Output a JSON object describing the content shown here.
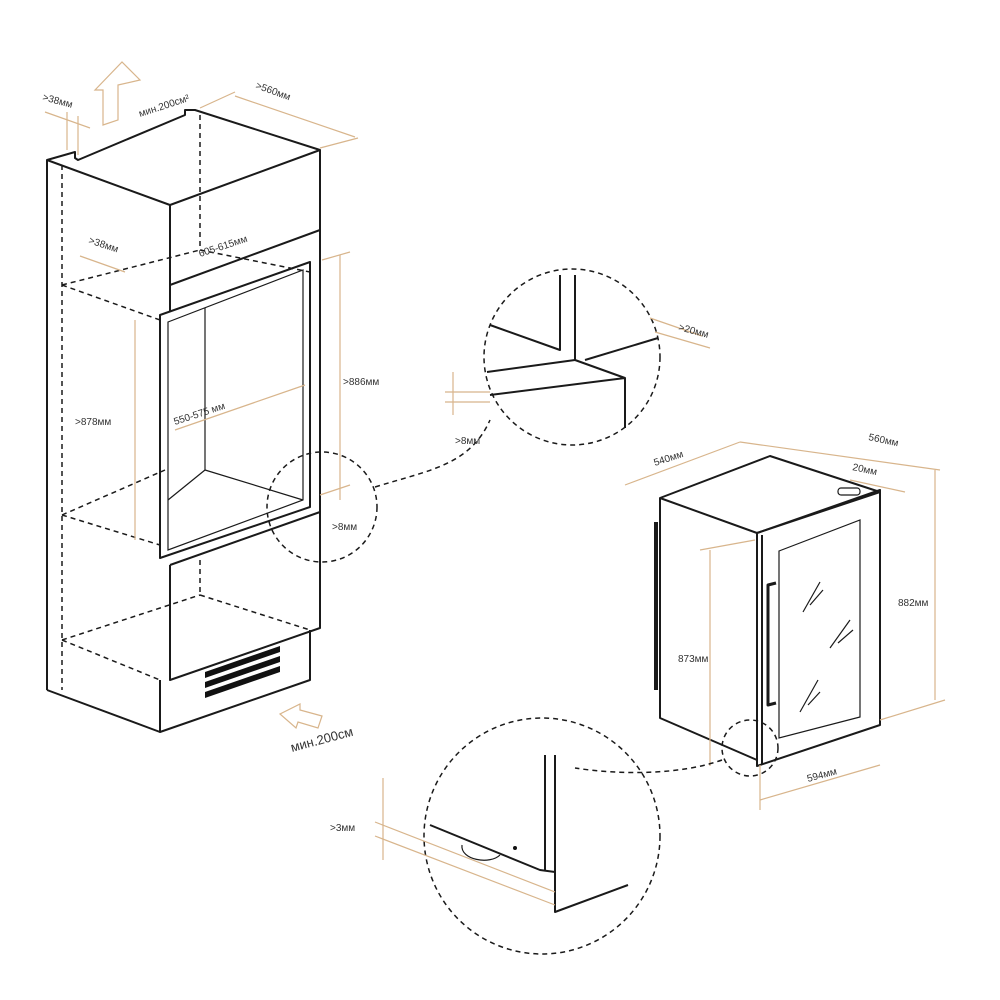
{
  "colors": {
    "line": "#1a1a1a",
    "dimension": "#d8b58c"
  },
  "cabinet": {
    "top_gap": ">38мм",
    "vent_top": "мин.200см²",
    "depth": ">560мм",
    "side_gap": ">38мм",
    "width": "605-615мм",
    "height_outer": ">886мм",
    "height_inner": ">878мм",
    "inner_width": "550-575 мм",
    "bottom_gap": ">8мм",
    "vent_bottom": "мин.200см"
  },
  "detail_top": {
    "gap_side": ">20мм",
    "gap_bottom": ">8мм"
  },
  "appliance": {
    "width": "540мм",
    "depth": "560мм",
    "door": "20мм",
    "height_total": "882мм",
    "height_body": "873мм",
    "width_door": "594мм"
  },
  "detail_bottom": {
    "gap": ">3мм"
  }
}
